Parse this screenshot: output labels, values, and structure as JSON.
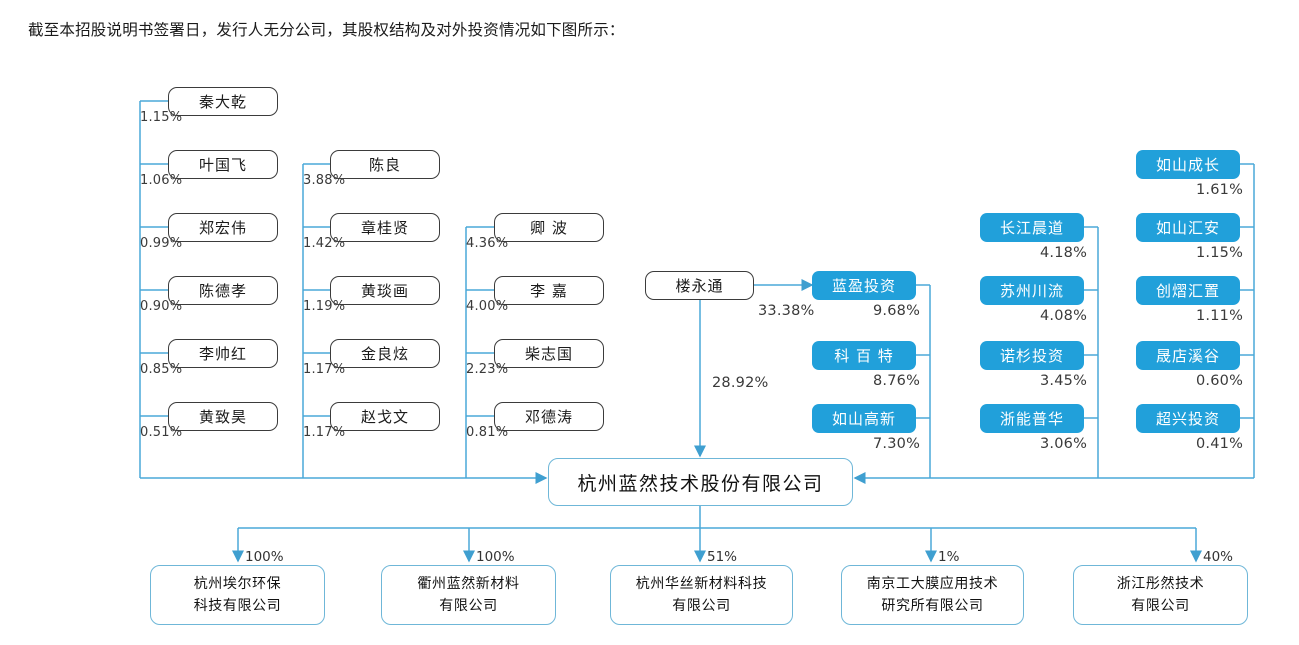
{
  "intro_text": "截至本招股说明书签署日，发行人无分公司，其股权结构及对外投资情况如下图所示：",
  "colors": {
    "institution_fill": "#21a0da",
    "connector": "#4aa8d8",
    "person_border": "#3b3b3b",
    "company_border": "#6fb7d8"
  },
  "main_company": {
    "label": "杭州蓝然技术股份有限公司"
  },
  "controller": {
    "label": "楼永通",
    "pct": "28.92%",
    "to_lanying_pct": "33.38%"
  },
  "shareholder_columns": [
    {
      "id": "column-1",
      "items": [
        {
          "name": "秦大乾",
          "pct": "1.15%"
        },
        {
          "name": "叶国飞",
          "pct": "1.06%"
        },
        {
          "name": "郑宏伟",
          "pct": "0.99%"
        },
        {
          "name": "陈德孝",
          "pct": "0.90%"
        },
        {
          "name": "李帅红",
          "pct": "0.85%"
        },
        {
          "name": "黄致昊",
          "pct": "0.51%"
        }
      ]
    },
    {
      "id": "column-2",
      "items": [
        {
          "name": "陈良",
          "pct": "3.88%"
        },
        {
          "name": "章桂贤",
          "pct": "1.42%"
        },
        {
          "name": "黄琰画",
          "pct": "1.19%"
        },
        {
          "name": "金良炫",
          "pct": "1.17%"
        },
        {
          "name": "赵戈文",
          "pct": "1.17%"
        }
      ]
    },
    {
      "id": "column-3",
      "items": [
        {
          "name": "卿 波",
          "pct": "4.36%"
        },
        {
          "name": "李 嘉",
          "pct": "4.00%"
        },
        {
          "name": "柴志国",
          "pct": "2.23%"
        },
        {
          "name": "邓德涛",
          "pct": "0.81%"
        }
      ]
    }
  ],
  "institution_columns": [
    {
      "id": "inst-column-1",
      "items": [
        {
          "name": "蓝盈投资",
          "pct": "9.68%"
        },
        {
          "name": "科 百 特",
          "pct": "8.76%"
        },
        {
          "name": "如山高新",
          "pct": "7.30%"
        }
      ]
    },
    {
      "id": "inst-column-2",
      "items": [
        {
          "name": "长江晨道",
          "pct": "4.18%"
        },
        {
          "name": "苏州川流",
          "pct": "4.08%"
        },
        {
          "name": "诺杉投资",
          "pct": "3.45%"
        },
        {
          "name": "浙能普华",
          "pct": "3.06%"
        }
      ]
    },
    {
      "id": "inst-column-3",
      "items": [
        {
          "name": "如山成长",
          "pct": "1.61%"
        },
        {
          "name": "如山汇安",
          "pct": "1.15%"
        },
        {
          "name": "创熠汇置",
          "pct": "1.11%"
        },
        {
          "name": "晟店溪谷",
          "pct": "0.60%"
        },
        {
          "name": "超兴投资",
          "pct": "0.41%"
        }
      ]
    }
  ],
  "subsidiaries": [
    {
      "name": "杭州埃尔环保\n科技有限公司",
      "line1": "杭州埃尔环保",
      "line2": "科技有限公司",
      "pct": "100%"
    },
    {
      "name": "衢州蓝然新材料\n有限公司",
      "line1": "衢州蓝然新材料",
      "line2": "有限公司",
      "pct": "100%"
    },
    {
      "name": "杭州华丝新材料科技\n有限公司",
      "line1": "杭州华丝新材料科技",
      "line2": "有限公司",
      "pct": "51%"
    },
    {
      "name": "南京工大膜应用技术\n研究所有限公司",
      "line1": "南京工大膜应用技术",
      "line2": "研究所有限公司",
      "pct": "1%"
    },
    {
      "name": "浙江彤然技术\n有限公司",
      "line1": "浙江彤然技术",
      "line2": "有限公司",
      "pct": "40%"
    }
  ]
}
